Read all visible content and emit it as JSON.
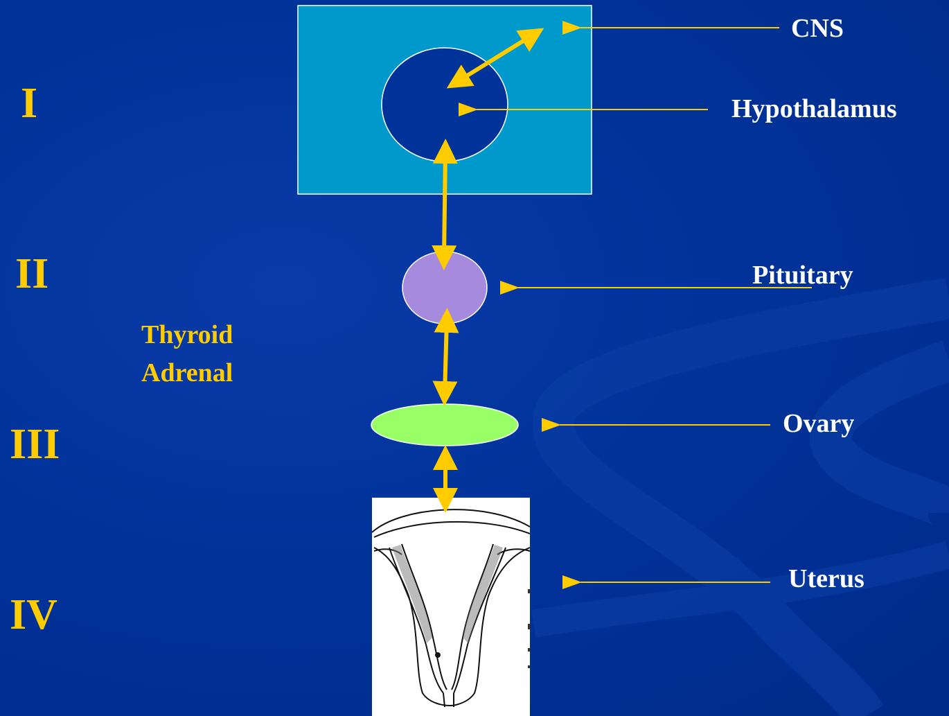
{
  "levels": [
    "I",
    "II",
    "III",
    "IV"
  ],
  "labels": {
    "cns": "CNS",
    "hypothalamus": "Hypothalamus",
    "pituitary": "Pituitary",
    "ovary": "Ovary",
    "uterus": "Uterus"
  },
  "side_labels": [
    "Thyroid",
    "Adrenal"
  ],
  "colors": {
    "background": "#00339a",
    "cns_box": "#0099cc",
    "hypothalamus": "#003399",
    "pituitary": "#a58add",
    "ovary": "#99ff66",
    "arrow": "#ffcc00",
    "label": "#ffffff",
    "level": "#ffcc00"
  }
}
